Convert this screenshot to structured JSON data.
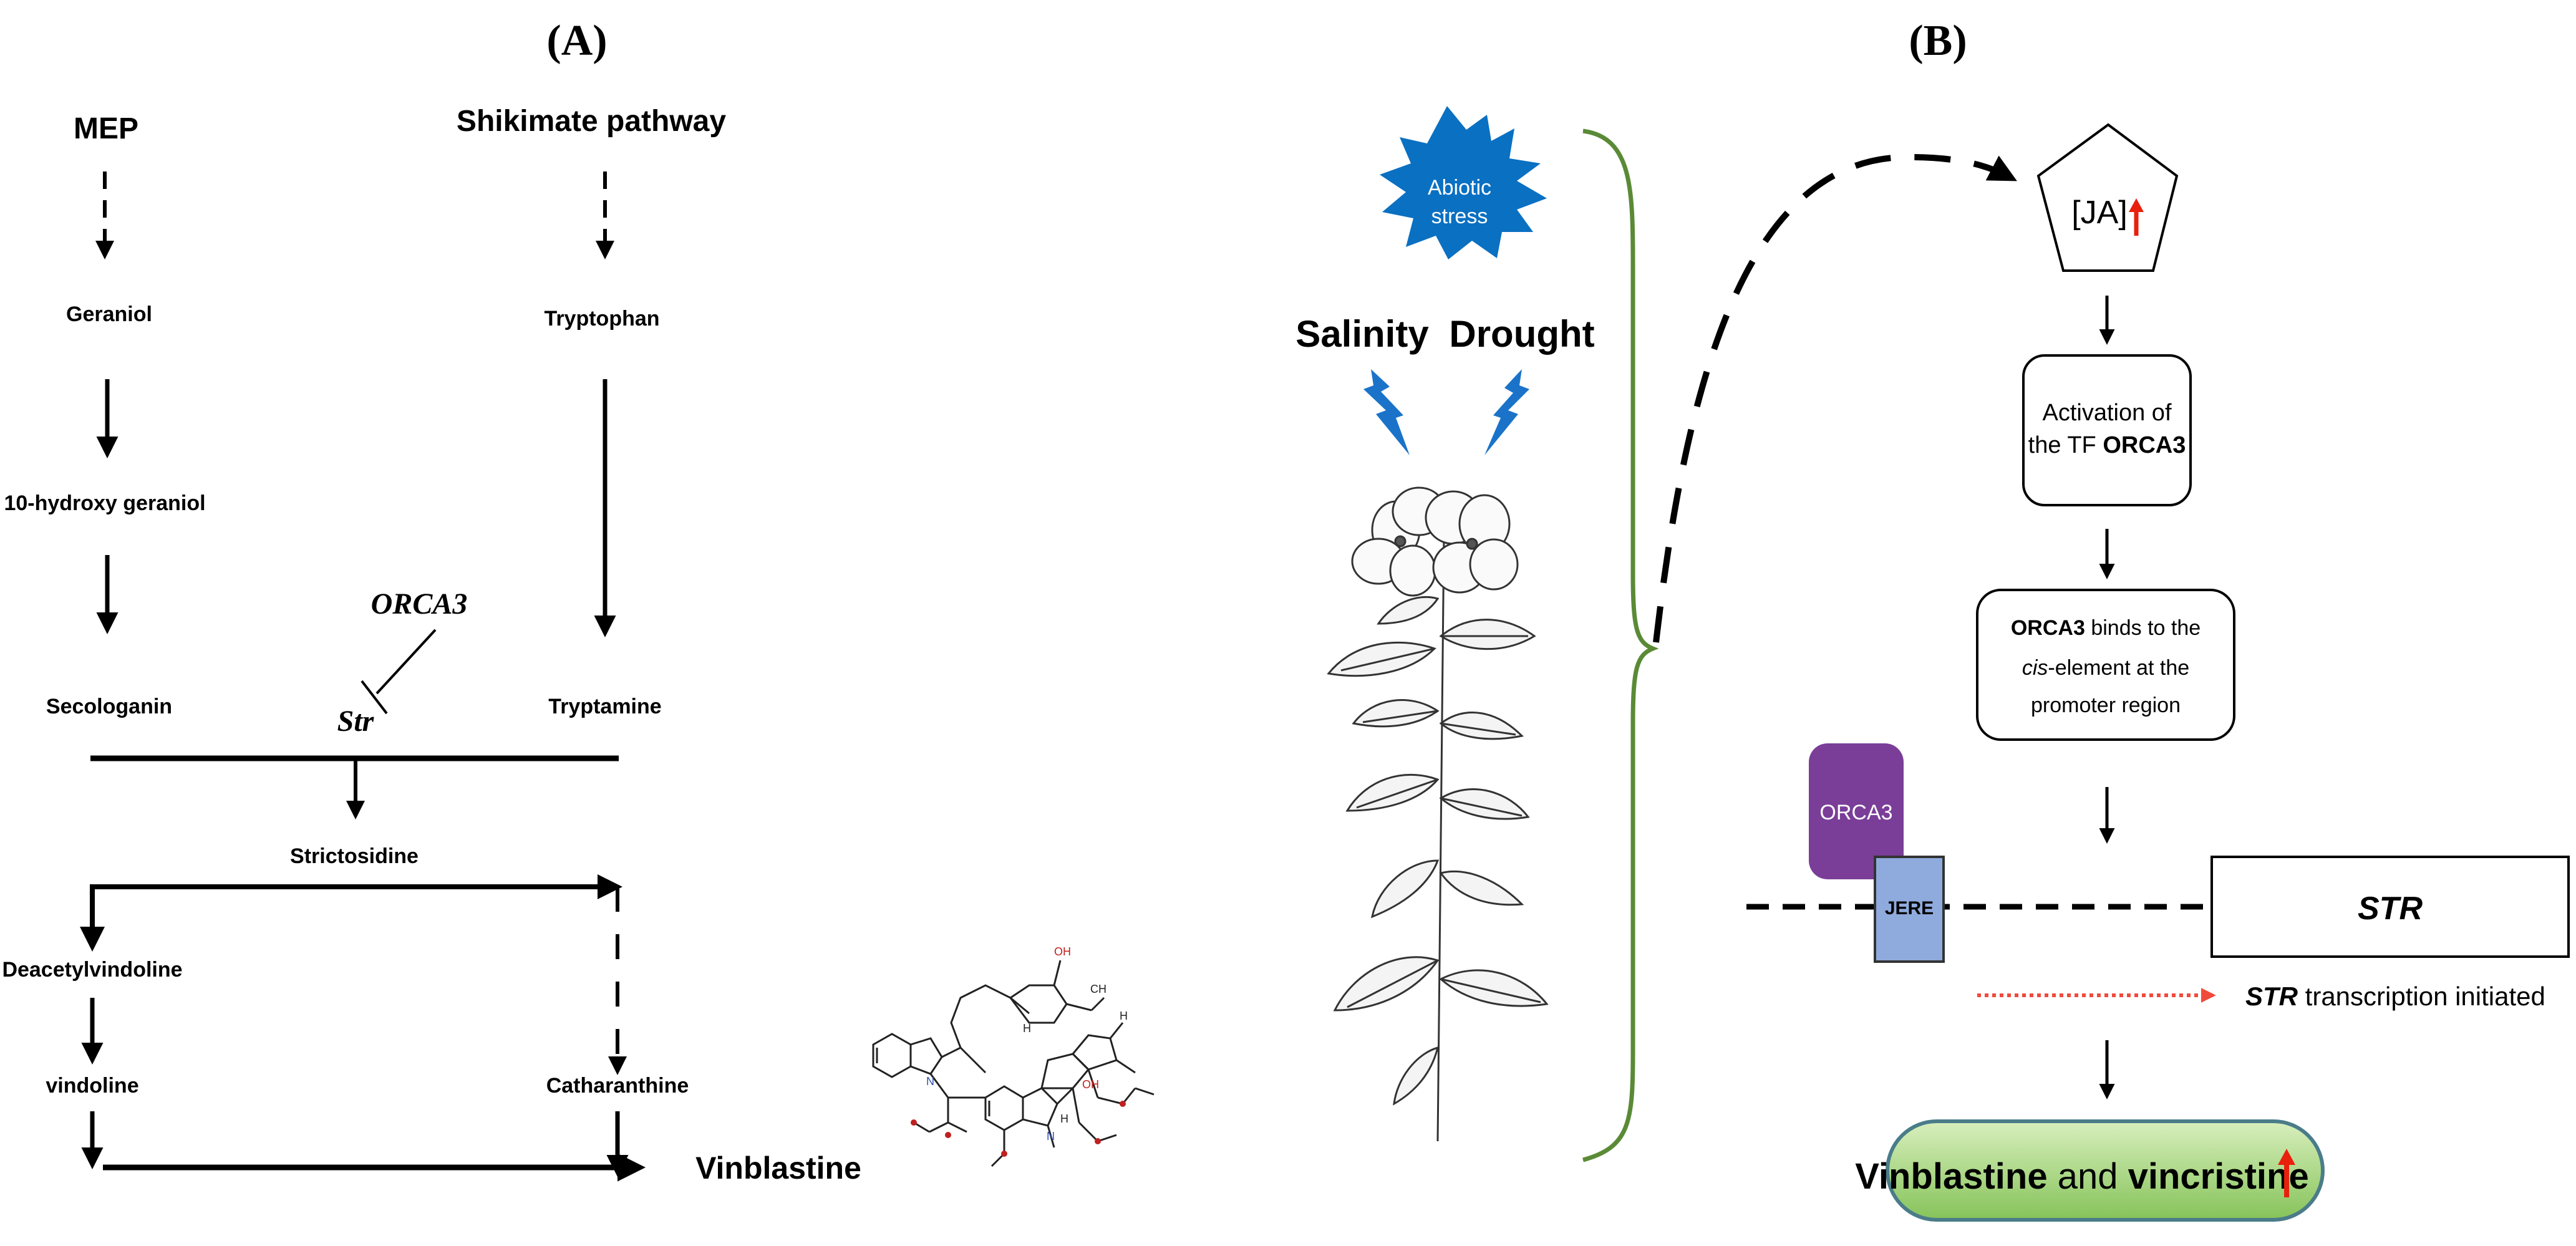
{
  "panel_a": {
    "label": "(A)",
    "mep": "MEP",
    "shikimate": "Shikimate pathway",
    "geraniol": "Geraniol",
    "tryptophan": "Tryptophan",
    "hydroxy_geraniol": "10-hydroxy geraniol",
    "orca3": "ORCA3",
    "secologanin": "Secologanin",
    "str": "Str",
    "tryptamine": "Tryptamine",
    "strictosidine": "Strictosidine",
    "deacetylvindoline": "Deacetylvindoline",
    "vindoline": "vindoline",
    "catharanthine": "Catharanthine",
    "vinblastine": "Vinblastine",
    "molecule": {
      "labels": {
        "oh_top": "OH",
        "ch3_top": "CH",
        "nh": "N",
        "h_top": "H",
        "h_right": "H",
        "oh_mid": "OH",
        "n_bottom": "N",
        "h_bottom": "H"
      }
    }
  },
  "panel_b": {
    "label": "(B)",
    "abiotic_line1": "Abiotic",
    "abiotic_line2": "stress",
    "salinity": "Salinity",
    "drought": "Drought",
    "ja": "[JA]",
    "activation_line1": "Activation of",
    "activation_line2_prefix": "the TF ",
    "activation_line2_bold": "ORCA3",
    "binds_line1_bold": "ORCA3",
    "binds_line1_rest": " binds to the",
    "binds_line2_italic": "cis",
    "binds_line2_rest": "-element at the",
    "binds_line3": "promoter region",
    "orca3_protein": "ORCA3",
    "jere": "JERE",
    "str_gene": "STR",
    "str_tx_bold": "STR",
    "str_tx_rest": " transcription initiated",
    "final_bold1": "Vinblastine",
    "final_mid": " and ",
    "final_bold2": "vincristine"
  },
  "colors": {
    "star_blue": "#0a70c2",
    "lightning_blue": "#1a73c9",
    "brace_green": "#5a8a36",
    "orca3_purple": "#7a3e98",
    "jere_blue": "#8faadc",
    "final_fill_top": "#c9e7a6",
    "final_fill_bottom": "#8cc660",
    "final_border": "#4a7c8a",
    "up_arrow_red": "#e8200c",
    "tx_arrow_red": "#f04a3c"
  }
}
